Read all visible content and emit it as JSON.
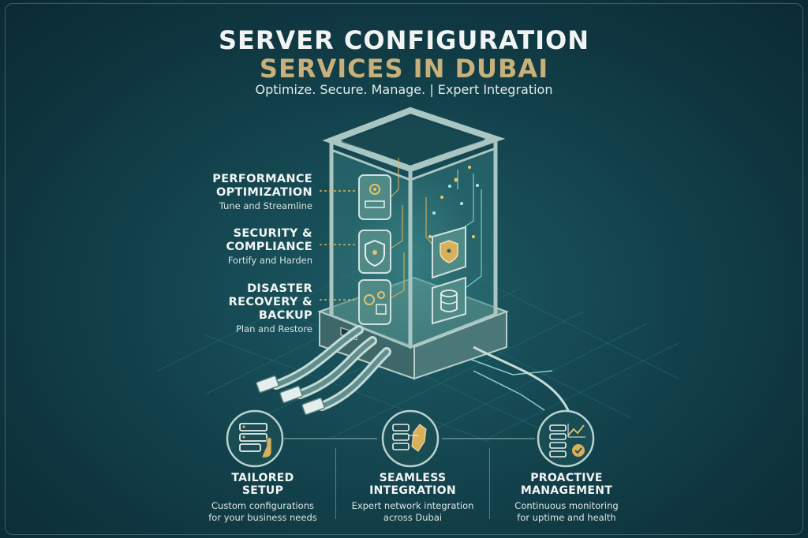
{
  "header": {
    "title_line1": "SERVER CONFIGURATION",
    "title_line2": "SERVICES IN DUBAI",
    "subtitle": "Optimize. Secure. Manage. | Expert Integration"
  },
  "features": [
    {
      "title_lines": [
        "PERFORMANCE",
        "OPTIMIZATION"
      ],
      "subtitle": "Tune and Streamline",
      "icon": "gear-panel-icon"
    },
    {
      "title_lines": [
        "SECURITY &",
        "COMPLIANCE"
      ],
      "subtitle": "Fortify and Harden",
      "icon": "shield-lock-icon"
    },
    {
      "title_lines": [
        "DISASTER",
        "RECOVERY &",
        "BACKUP"
      ],
      "subtitle": "Plan and Restore",
      "icon": "gears-backup-icon"
    }
  ],
  "services": [
    {
      "title_lines": [
        "TAILORED",
        "SETUP"
      ],
      "desc_lines": [
        "Custom configurations",
        "for your business needs"
      ],
      "icon": "server-hand-icon"
    },
    {
      "title_lines": [
        "SEAMLESS",
        "INTEGRATION"
      ],
      "desc_lines": [
        "Expert network integration",
        "across Dubai"
      ],
      "icon": "server-map-icon"
    },
    {
      "title_lines": [
        "PROACTIVE",
        "MANAGEMENT"
      ],
      "desc_lines": [
        "Continuous monitoring",
        "for uptime and health"
      ],
      "icon": "server-chart-check-icon"
    }
  ],
  "colors": {
    "background": "#154852",
    "title_white": "#f1f4f2",
    "title_gold": "#c8b07a",
    "accent_gold": "#d8b25a",
    "server_frame": "#8fb0ad"
  }
}
